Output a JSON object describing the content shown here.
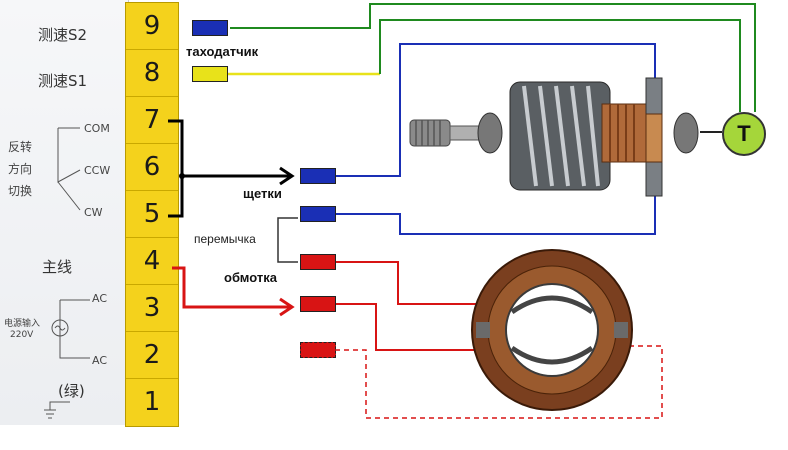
{
  "left_panel": {
    "speed_s2": "测速S2",
    "speed_s1": "测速S1",
    "direction_label": [
      "反转",
      "方向",
      "切换"
    ],
    "com": "COM",
    "ccw": "CCW",
    "cw": "CW",
    "main_line": "主线",
    "power_input": "电源输入",
    "voltage": "220V",
    "ac_top": "AC",
    "ac_bottom": "AC",
    "ground_green": "(绿)"
  },
  "terminals": [
    "9",
    "8",
    "7",
    "6",
    "5",
    "4",
    "3",
    "2",
    "1"
  ],
  "labels": {
    "tacho": "таходатчик",
    "brushes": "щетки",
    "jumper": "перемычка",
    "winding": "обмотка",
    "tacho_symbol": "T"
  },
  "colors": {
    "terminal_strip": "#f4d21c",
    "blue_wire": "#1a2fb5",
    "yellow_wire": "#e8e21a",
    "green_wire": "#1f8a1f",
    "red_wire": "#d81414",
    "black_wire": "#000000",
    "tacho_fill": "#a5d63a"
  }
}
